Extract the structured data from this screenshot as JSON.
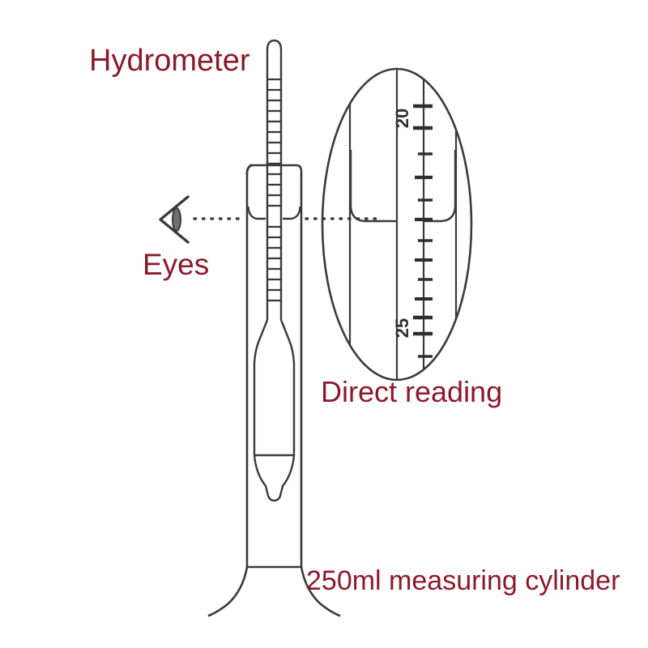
{
  "diagram": {
    "title": "Hydrometer reading in a measuring cylinder",
    "ink_color": "#333333",
    "label_color": "#8B1A2B",
    "background_color": "#ffffff"
  },
  "labels": {
    "hydrometer": "Hydrometer",
    "eyes": "Eyes",
    "direct_reading": "Direct reading",
    "cylinder": "250ml measuring cylinder"
  },
  "magnifier": {
    "scale_numbers": [
      "20",
      "25"
    ],
    "number_rotation_degrees": -90,
    "major_tick_count": 2,
    "minor_tick_count": 8
  },
  "hydrometer": {
    "stem_tick_count": 22,
    "has_bulb": true,
    "has_ballast_tip": true
  },
  "sight_line": {
    "style": "dotted",
    "description": "eye level line to meniscus"
  }
}
